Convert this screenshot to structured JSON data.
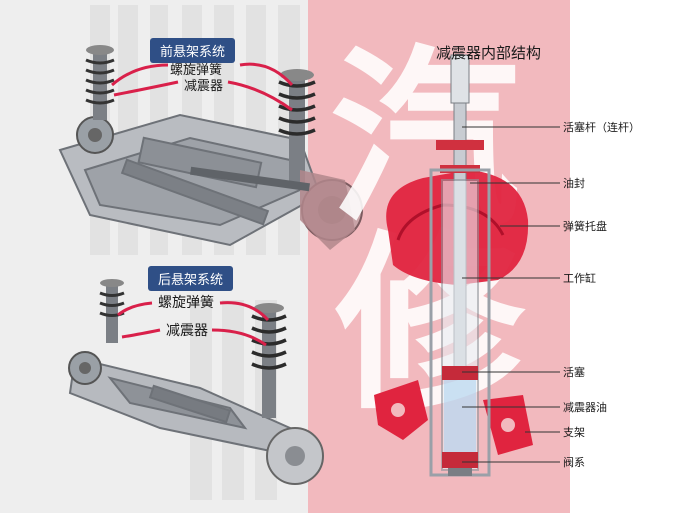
{
  "left_panel": {
    "front": {
      "title": "前悬架系统",
      "spring_label": "螺旋弹簧",
      "damper_label": "减震器"
    },
    "rear": {
      "title": "后悬架系统",
      "spring_label": "螺旋弹簧",
      "damper_label": "减震器"
    }
  },
  "right_panel": {
    "title": "减震器内部结构",
    "callouts": [
      "活塞杆（连杆）",
      "油封",
      "弹簧托盘",
      "工作缸",
      "活塞",
      "减震器油",
      "支架",
      "阀系"
    ],
    "watermark_chars": [
      "汽",
      "修"
    ]
  },
  "colors": {
    "badge_bg": "#2f4f86",
    "callout_line": "#d9204a",
    "strut_red": "#e0243f",
    "right_bg": "#f2b9be"
  }
}
